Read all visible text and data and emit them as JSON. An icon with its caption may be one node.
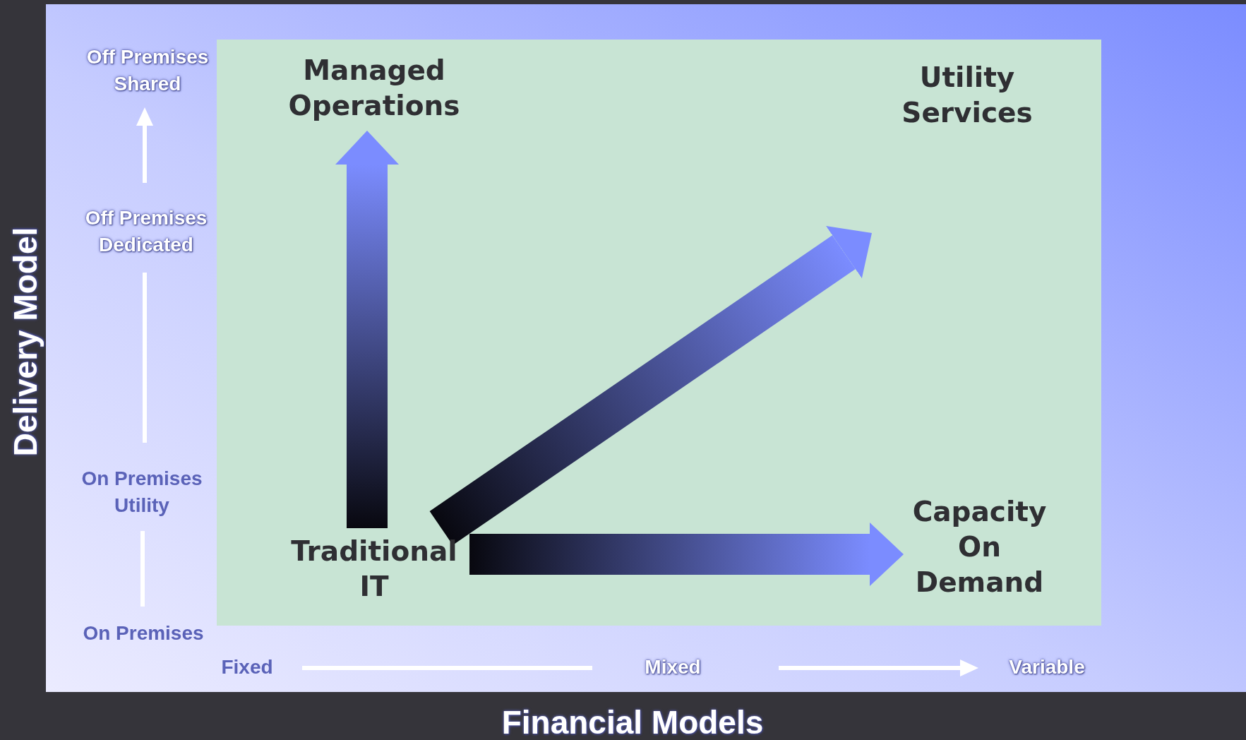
{
  "diagram": {
    "nodes": [
      {
        "text": [
          "Managed Operations"
        ]
      },
      {
        "text": [
          "Utility Services"
        ]
      },
      {
        "text": [
          "Traditional IT"
        ]
      },
      {
        "text": [
          "Capacity On Demand"
        ]
      }
    ],
    "edges": [
      {
        "from": 2,
        "to": 0,
        "arrow": "to",
        "style": "thick"
      },
      {
        "from": 2,
        "to": 1,
        "arrow": "to",
        "style": "thick"
      },
      {
        "from": 2,
        "to": 3,
        "arrow": "to",
        "style": "thick"
      }
    ],
    "labels": [
      "Off Premises Shared",
      "Off Premises Dedicated",
      "Delivery Model",
      "On Premises Utility",
      "On Premises",
      "Fixed",
      "Mixed",
      "Variable",
      "Financial Models"
    ]
  }
}
